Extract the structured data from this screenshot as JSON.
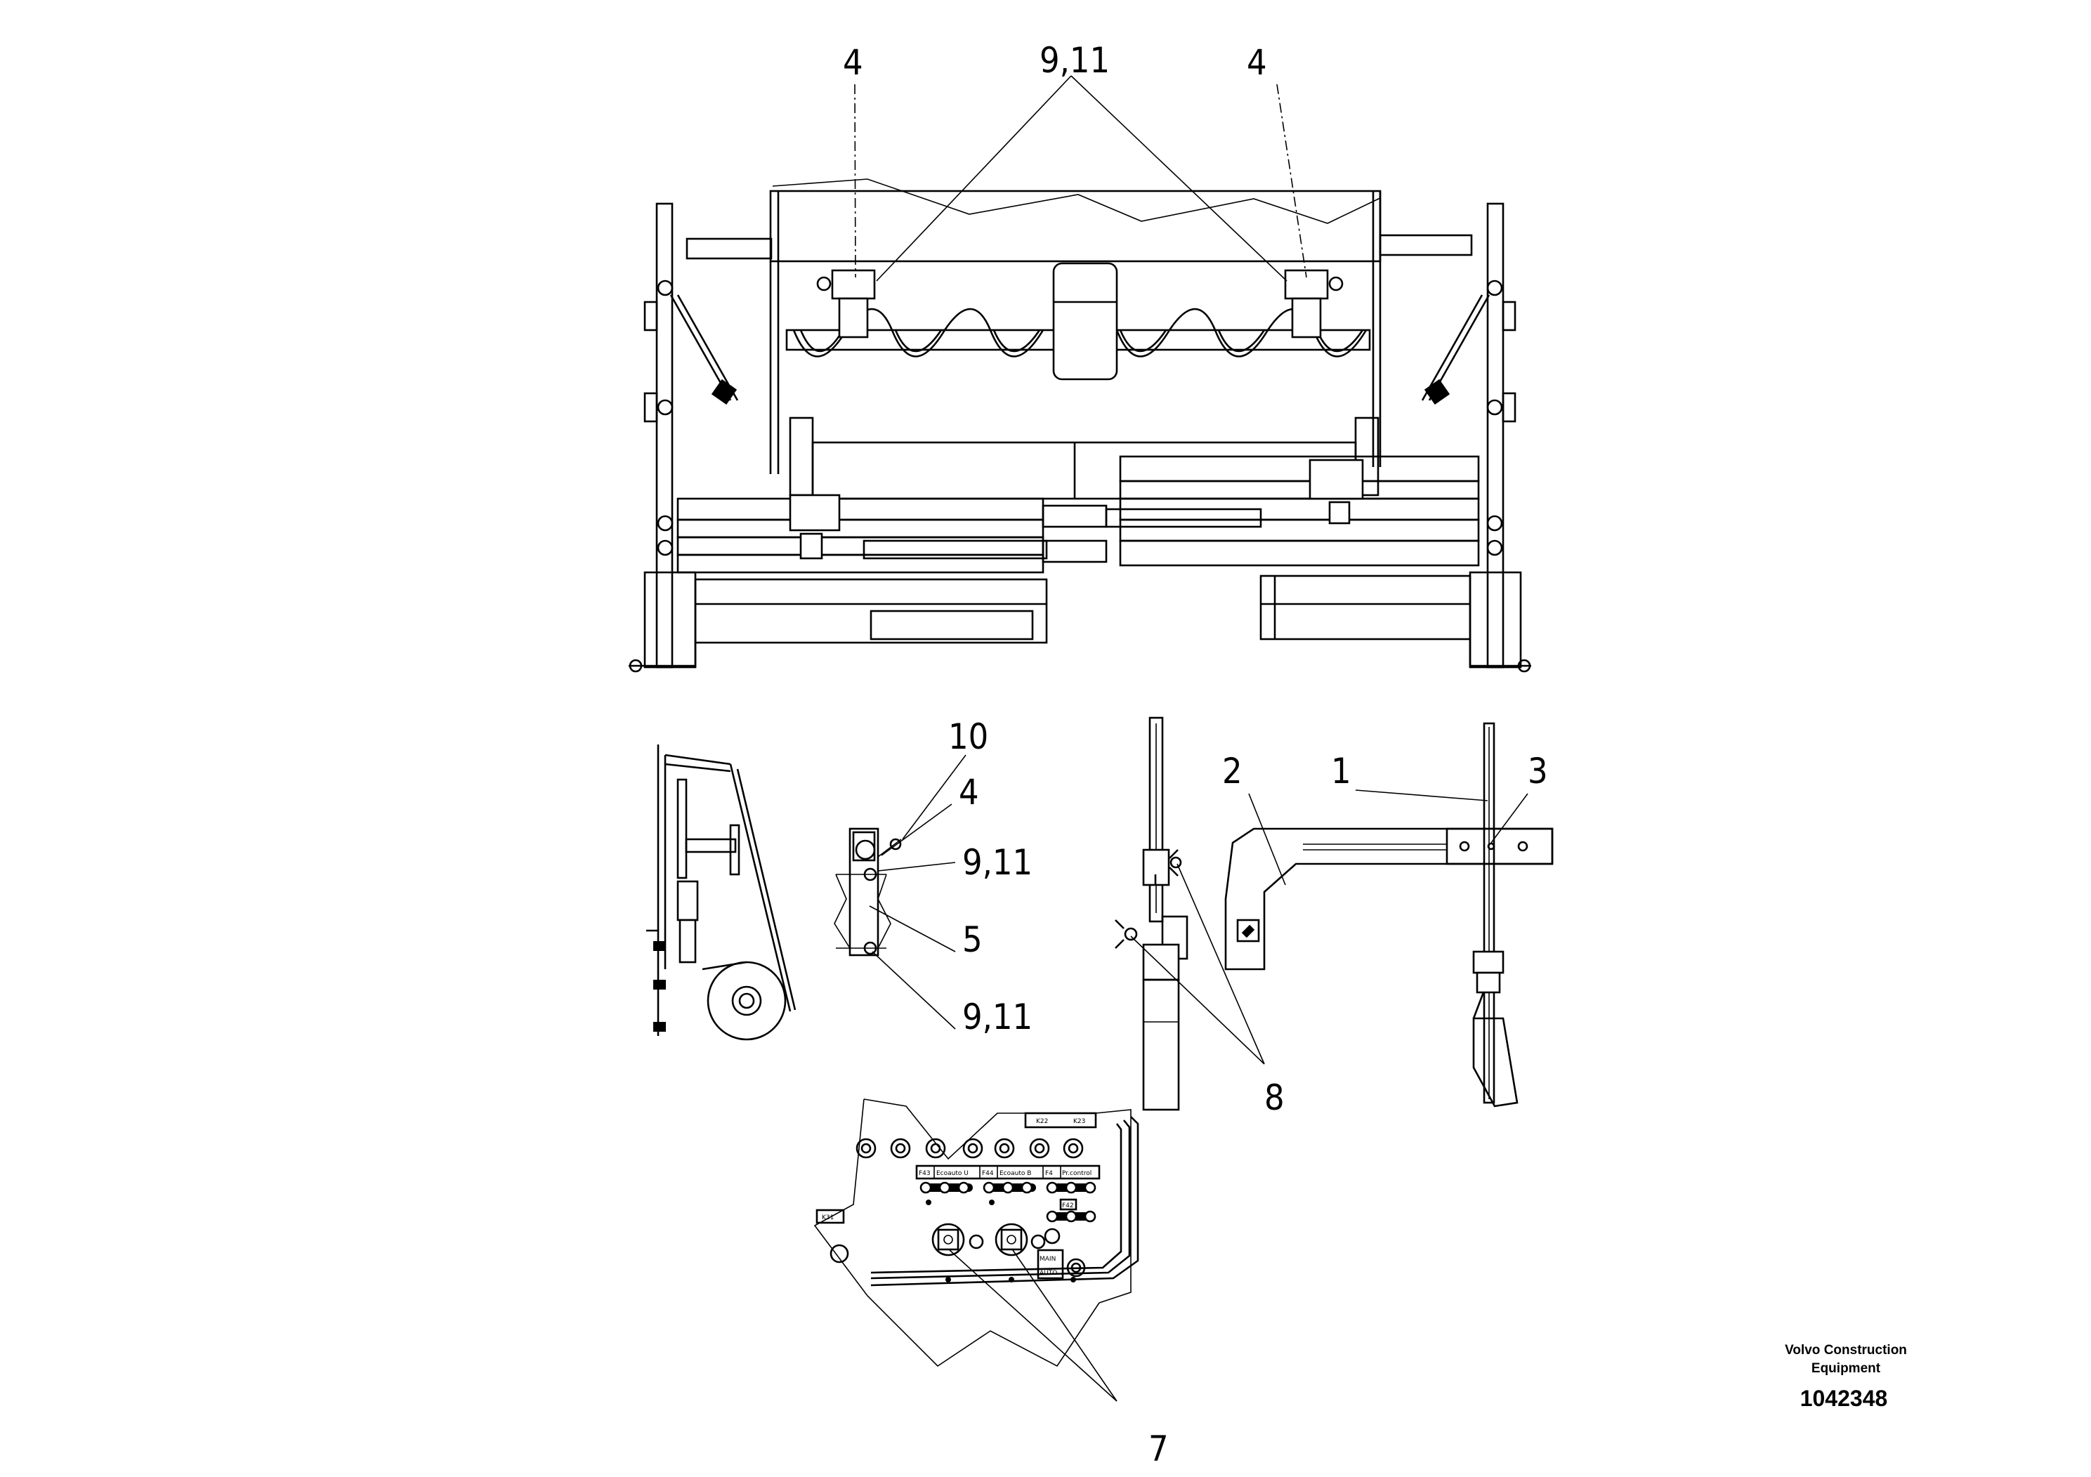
{
  "callouts": {
    "top_left_4": "4",
    "top_9_11": "9,11",
    "top_right_4": "4",
    "detail_10": "10",
    "detail_4": "4",
    "detail_9_11_a": "9,11",
    "detail_5": "5",
    "detail_9_11_b": "9,11",
    "sensor_2": "2",
    "sensor_1": "1",
    "sensor_3": "3",
    "sensor_8": "8",
    "panel_7": "7"
  },
  "panel_labels": {
    "k22": "K22",
    "k23": "K23",
    "k31": "K31",
    "f43": "F43",
    "f44": "F44",
    "f4x": "F4",
    "f42": "F42",
    "tag_a": "Ecoauto U",
    "tag_b": "Ecoauto B",
    "tag_c": "Pr.control",
    "main": "MAIN",
    "auto": "AUTO"
  },
  "footer": {
    "brand_line1": "Volvo Construction",
    "brand_line2": "Equipment",
    "document_number": "1042348"
  },
  "colors": {
    "ink": "#000000",
    "paper": "#ffffff"
  }
}
